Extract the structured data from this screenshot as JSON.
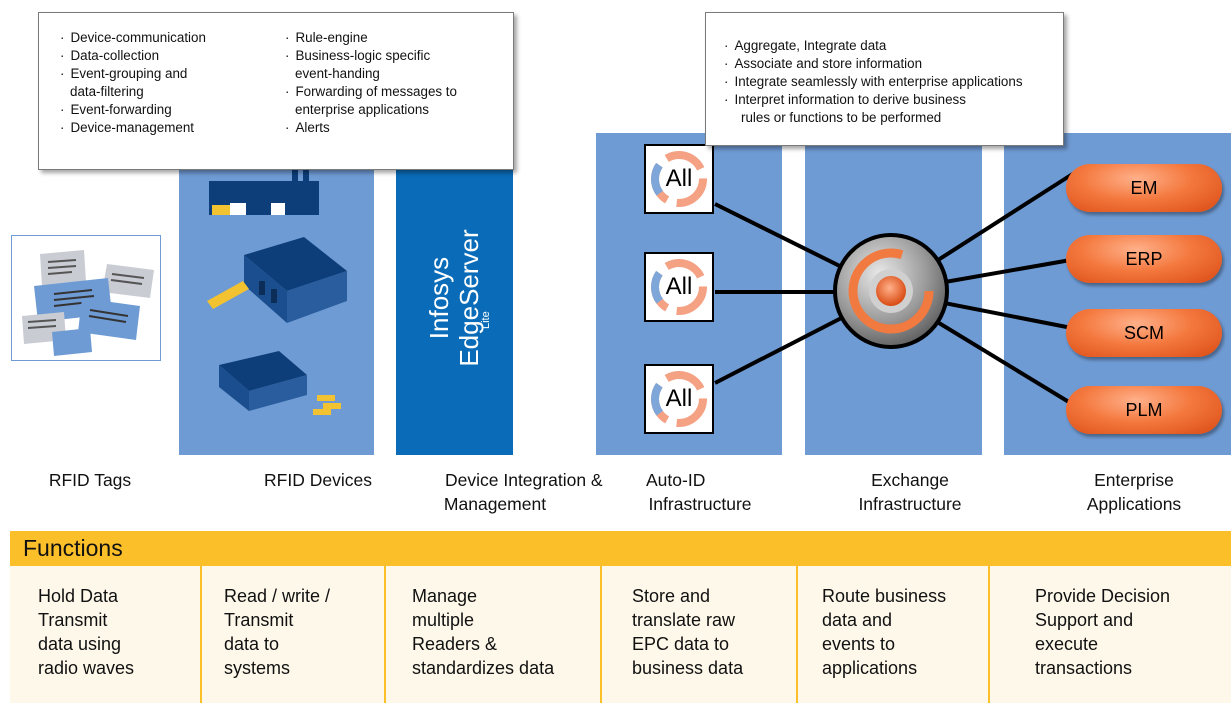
{
  "stages": {
    "rfid_tags": "RFID Tags",
    "rfid_devices": "RFID Devices",
    "device_integration_line1": "Device Integration &",
    "device_integration_line2": "Management",
    "auto_id_line1": "Auto-ID",
    "auto_id_line2": "Infrastructure",
    "exchange_line1": "Exchange",
    "exchange_line2": "Infrastructure",
    "enterprise_line1": "Enterprise",
    "enterprise_line2": "Applications"
  },
  "edgeserver": {
    "line1": "Infosys",
    "line2": "EdgeServer",
    "suffix": "Lite"
  },
  "left_box": {
    "col1": [
      "Device-communication",
      "Data-collection",
      "Event-grouping and",
      "data-filtering",
      "Event-forwarding",
      "Device-management"
    ],
    "col1_bullets": [
      true,
      true,
      true,
      false,
      true,
      true
    ],
    "col2": [
      "Rule-engine",
      "Business-logic specific",
      "event-handing",
      "Forwarding of messages to",
      "enterprise applications",
      "Alerts"
    ],
    "col2_bullets": [
      true,
      true,
      false,
      true,
      false,
      true
    ]
  },
  "right_box": {
    "items": [
      "Aggregate, Integrate data",
      "Associate and store information",
      "Integrate seamlessly with enterprise applications",
      "Interpret information to derive business",
      "rules or functions to be performed"
    ],
    "bullets": [
      true,
      true,
      true,
      true,
      false
    ]
  },
  "all_label": "All",
  "enterprise_apps": [
    "EM",
    "ERP",
    "SCM",
    "PLM"
  ],
  "functions": {
    "title": "Functions",
    "columns": [
      [
        "Hold Data",
        "Transmit",
        "data using",
        "radio waves"
      ],
      [
        "Read / write /",
        "Transmit",
        "data to",
        "systems"
      ],
      [
        "Manage",
        "multiple",
        "Readers &",
        "standardizes data"
      ],
      [
        "Store and",
        "translate raw",
        "EPC data to",
        "business data"
      ],
      [
        "Route business",
        "data and",
        "events to",
        "applications"
      ],
      [
        "Provide Decision",
        "Support and",
        "execute",
        "transactions"
      ]
    ]
  },
  "colors": {
    "column_blue": "#6f9bd4",
    "edge_blue": "#0a6cb8",
    "function_gold": "#fbbf2a",
    "pill_orange": "#f4793f"
  }
}
